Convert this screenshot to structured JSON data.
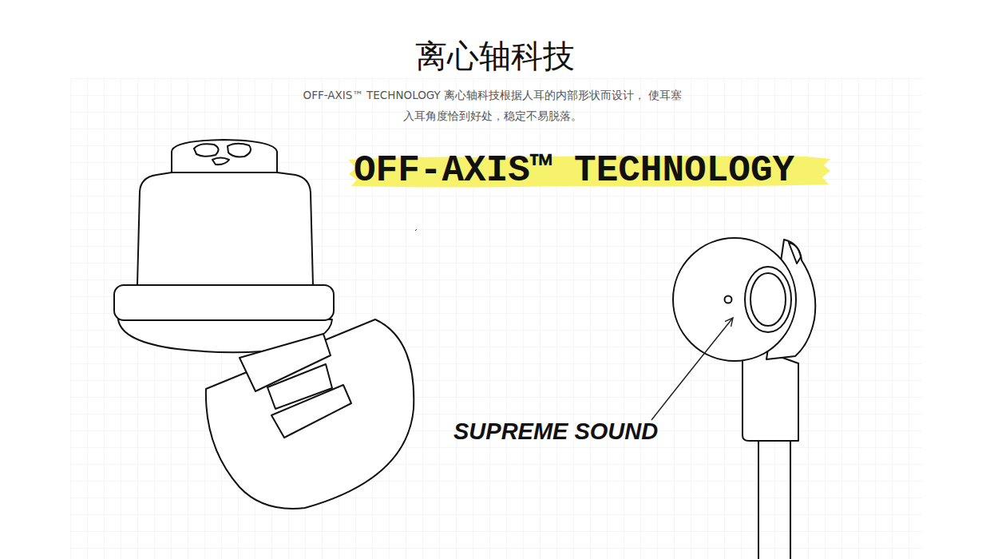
{
  "diagram": {
    "title": "离心轴科技",
    "labels": [
      "OFF-AXIS™ TECHNOLOGY 离心轴科技根据人耳的内部形状而设计， 使耳塞入耳角度恰到好处，稳定不易脱落。",
      "OFF-AXIS™ TECHNOLOGY",
      "SUPREME SOUND"
    ]
  }
}
